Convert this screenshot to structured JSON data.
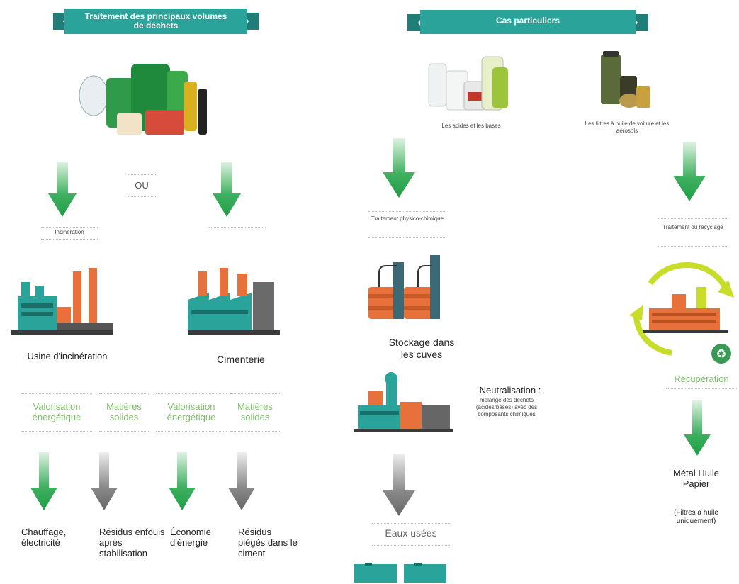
{
  "left_section": {
    "banner_title": "Traitement des principaux volumes de déchets",
    "ou_label": "OU",
    "incineration_label": "Incinération",
    "cement_label": "",
    "incineration_plant": "Usine d'incinération",
    "cement_plant": "Cimenterie",
    "outputs": [
      {
        "category": "Valorisation énergétique",
        "result": "Chauffage, électricité"
      },
      {
        "category": "Matières solides",
        "result": "Résidus enfouis après stabilisation"
      },
      {
        "category": "Valorisation énergétique",
        "result": "Économie d'énergie"
      },
      {
        "category": "Matières solides",
        "result": "Résidus piégés dans le ciment"
      }
    ]
  },
  "right_section": {
    "banner_title": "Cas particuliers",
    "acids_caption": "Les acides et les bases",
    "filters_caption": "Les filtres à huile de voiture et les aérosols",
    "physico_treatment": "Traitement physico-chimique",
    "storage_label": "Stockage dans les cuves",
    "neutralisation_title": "Neutralisation :",
    "neutralisation_desc": "mélange des déchets (acides/bases) avec des composants chimiques",
    "waste_water": "Eaux usées",
    "recycling_treatment": "Traitement ou recyclage",
    "recovery_label": "Récupération",
    "recovered_materials": "Métal Huile Papier",
    "recovered_note": "(Filtres à huile uniquement)"
  },
  "colors": {
    "teal": "#2aa39a",
    "green_arrow": "#1f9e46",
    "gray_arrow": "#666666",
    "orange": "#e8703a",
    "yellow_green": "#c8dd2a",
    "light_green_text": "#7fbf6a"
  }
}
